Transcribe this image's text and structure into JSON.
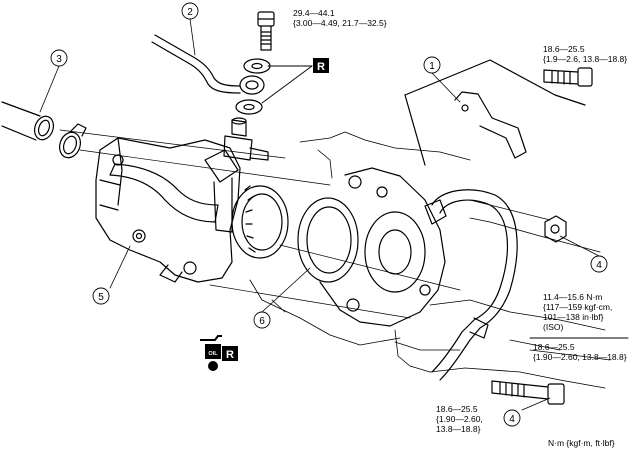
{
  "callouts": [
    "1",
    "2",
    "3",
    "4",
    "4",
    "5",
    "6"
  ],
  "replace_mark": "R",
  "oil_label": "OIL",
  "torque_specs": {
    "bolt_top_line1": "29.4—44.1",
    "bolt_top_line2": "{3.00—4.49, 21.7—32.5}",
    "bracket_bolt_line1": "18.6—25.5",
    "bracket_bolt_line2": "{1.9—2.6, 13.8—18.8}",
    "nut_line1": "11.4—15.6 N·m",
    "nut_line2": "{117—159 kgf·cm,",
    "nut_line3": "101—138 in·lbf}",
    "nut_line4": "(ISO)",
    "nut_alt_line1": "18.6—25.5",
    "nut_alt_line2": "{1.90—2.60, 13.8—18.8}",
    "long_bolt_line1": "18.6—25.5",
    "long_bolt_line2": "{1.90—2.60,",
    "long_bolt_line3": "13.8—18.8}"
  },
  "units_legend": "N·m {kgf·m, ft·lbf}"
}
